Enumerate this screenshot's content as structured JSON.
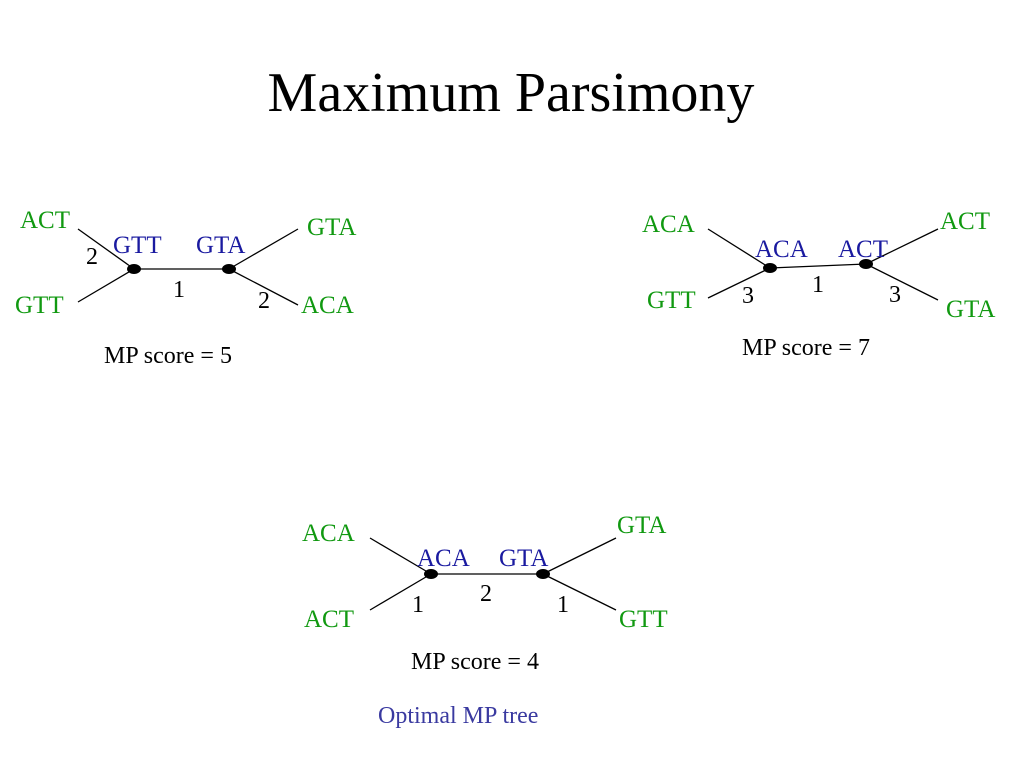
{
  "title": "Maximum Parsimony",
  "colors": {
    "leaf": "#119911",
    "internal": "#1a1aa0",
    "caption": "#3a3aa0"
  },
  "trees": [
    {
      "leaves": {
        "top_left": "ACT",
        "bottom_left": "GTT",
        "top_right": "GTA",
        "bottom_right": "ACA"
      },
      "internal": {
        "left": "GTT",
        "right": "GTA"
      },
      "costs": {
        "left": "2",
        "middle": "1",
        "right": "2"
      },
      "score": "MP score = 5"
    },
    {
      "leaves": {
        "top_left": "ACA",
        "bottom_left": "GTT",
        "top_right": "ACT",
        "bottom_right": "GTA"
      },
      "internal": {
        "left": "ACA",
        "right": "ACT"
      },
      "costs": {
        "left": "3",
        "middle": "1",
        "right": "3"
      },
      "score": "MP score = 7"
    },
    {
      "leaves": {
        "top_left": "ACA",
        "bottom_left": "ACT",
        "top_right": "GTA",
        "bottom_right": "GTT"
      },
      "internal": {
        "left": "ACA",
        "right": "GTA"
      },
      "costs": {
        "left": "1",
        "middle": "2",
        "right": "1"
      },
      "score": "MP score = 4",
      "caption": "Optimal MP tree"
    }
  ]
}
